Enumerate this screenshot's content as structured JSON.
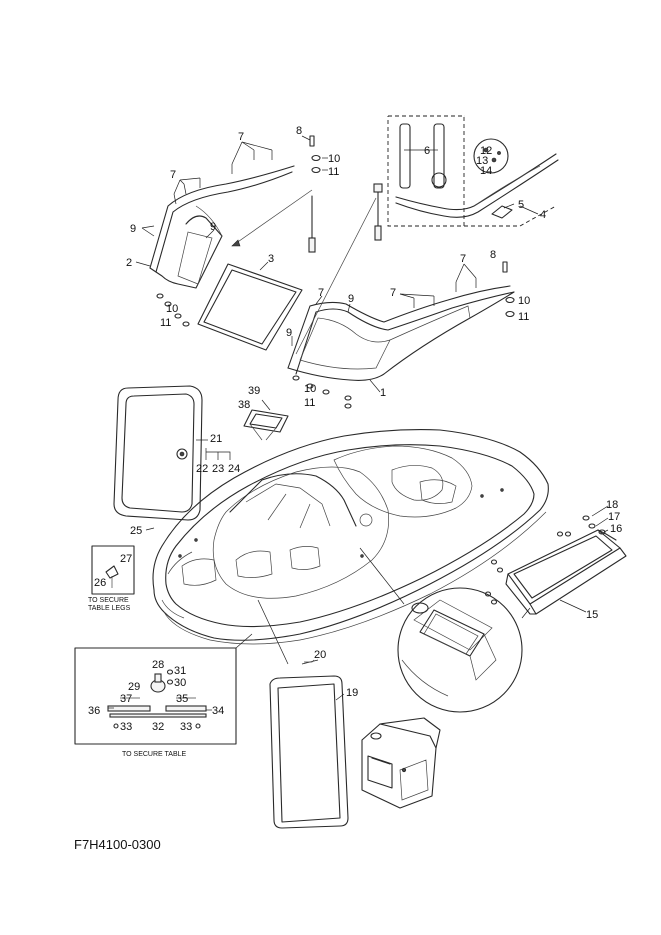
{
  "diagram": {
    "drawing_code": "F7H4100-0300",
    "notes": {
      "secure_table_legs": [
        "TO SECURE",
        "TABLE LEGS"
      ],
      "secure_table": "TO SECURE TABLE"
    },
    "callouts": [
      "1",
      "2",
      "3",
      "4",
      "5",
      "6",
      "7",
      "8",
      "9",
      "10",
      "11",
      "12",
      "13",
      "14",
      "15",
      "16",
      "17",
      "18",
      "19",
      "20",
      "21",
      "22",
      "23",
      "24",
      "25",
      "26",
      "27",
      "28",
      "29",
      "30",
      "31",
      "32",
      "33",
      "34",
      "35",
      "36",
      "37",
      "38",
      "39"
    ]
  }
}
